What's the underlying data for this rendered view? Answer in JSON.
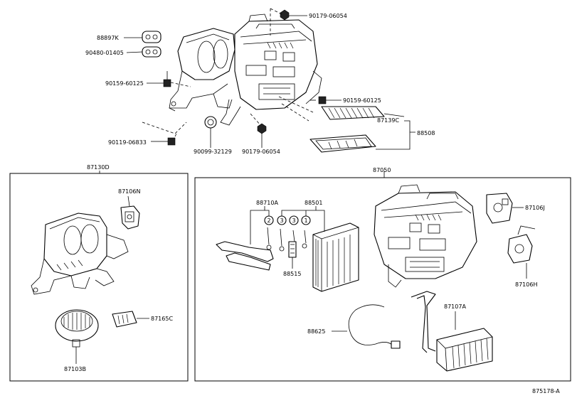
{
  "labels": {
    "p88897K": "88897K",
    "p90480_01405": "90480-01405",
    "p90179_06054_top": "90179-06054",
    "p90159_60125_left": "90159-60125",
    "p90159_60125_right": "90159-60125",
    "p87139C": "87139C",
    "p88508": "88508",
    "p90119_06833": "90119-06833",
    "p90099_32129": "90099-32129",
    "p90179_06054_bottom": "90179-06054",
    "p87130D": "87130D",
    "p87050": "87050",
    "p87106N": "87106N",
    "p87165C": "87165C",
    "p87103B": "87103B",
    "p88710A": "88710A",
    "p88501": "88501",
    "p88515": "88515",
    "p88625": "88625",
    "p87107A": "87107A",
    "p87106J": "87106J",
    "p87106H": "87106H",
    "diagram_code": "875178-A"
  },
  "markers": {
    "m2": "2",
    "m3a": "3",
    "m3b": "3",
    "m1": "1"
  }
}
